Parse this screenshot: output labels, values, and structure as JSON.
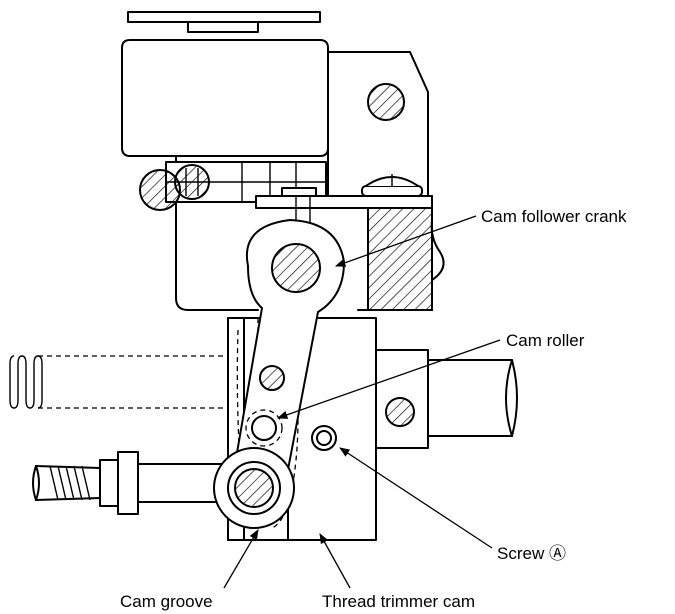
{
  "labels": {
    "cam_follower_crank": "Cam follower crank",
    "cam_roller": "Cam roller",
    "screw_a": "Screw Ⓐ",
    "cam_groove": "Cam groove",
    "thread_trimmer_cam": "Thread trimmer cam"
  },
  "colors": {
    "line": "#000000",
    "background": "#ffffff"
  }
}
